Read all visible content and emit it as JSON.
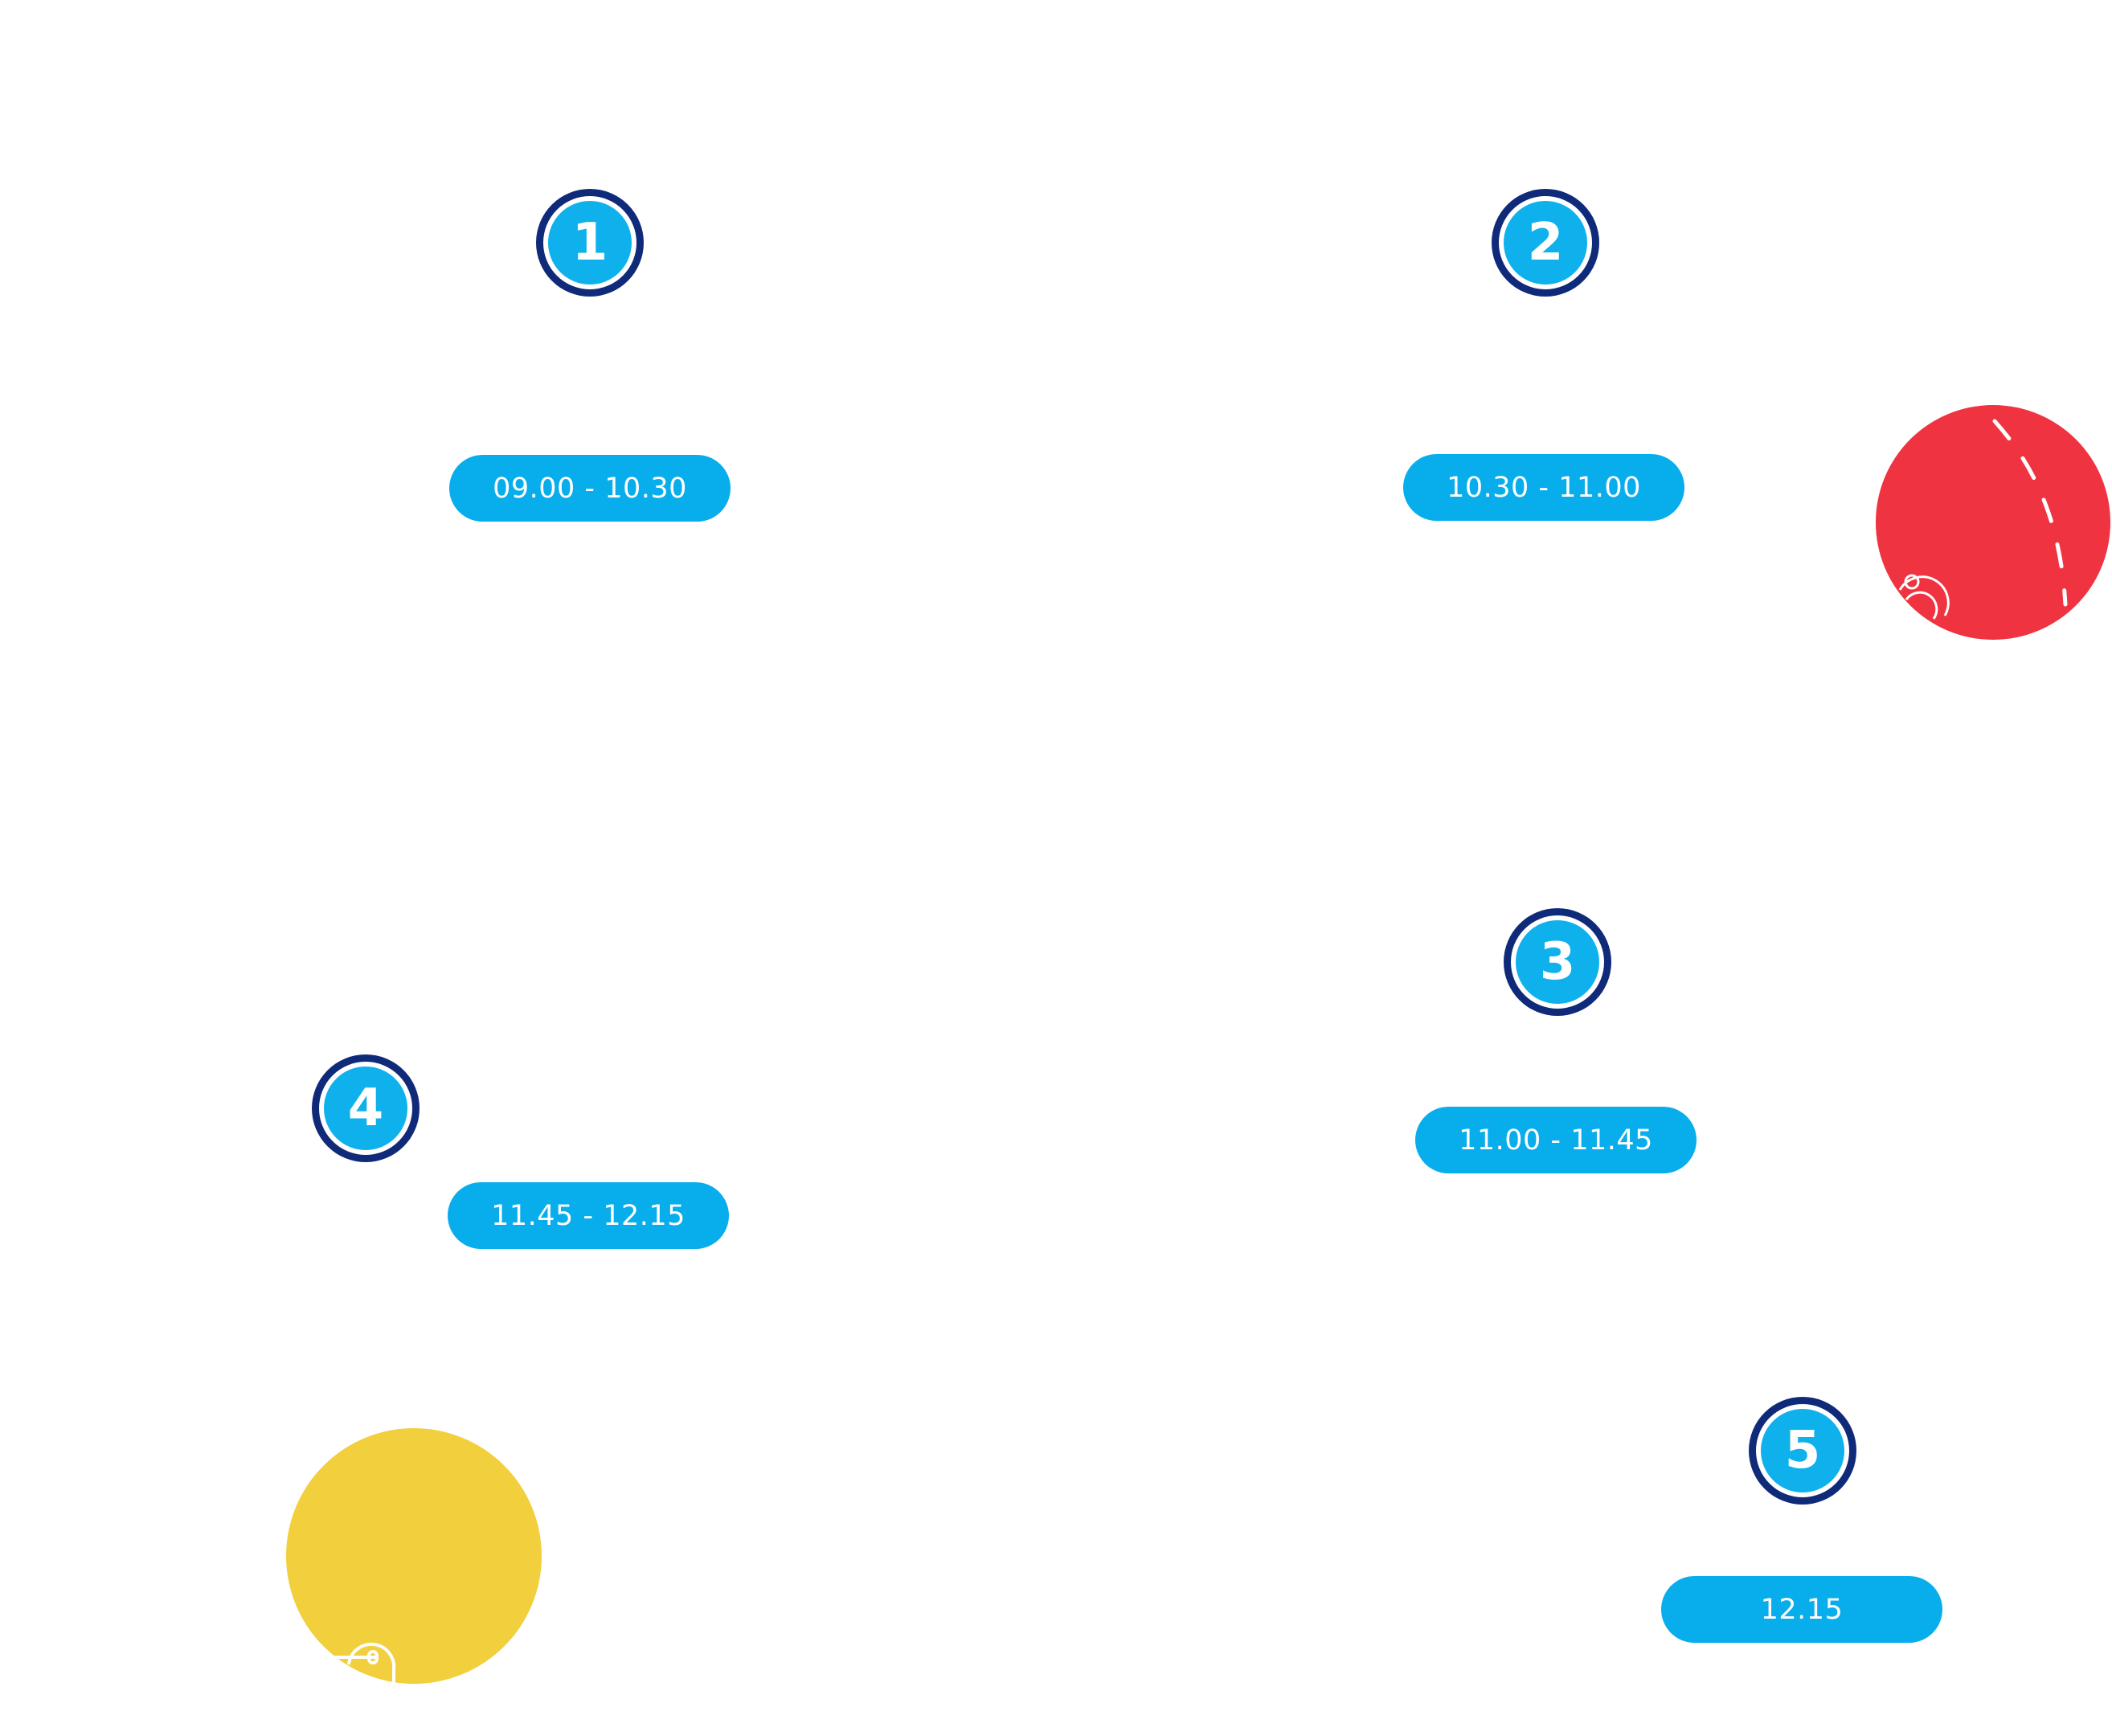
{
  "steps": [
    {
      "number": "1",
      "time": "09.00 - 10.30"
    },
    {
      "number": "2",
      "time": "10.30 - 11.00"
    },
    {
      "number": "3",
      "time": "11.00 - 11.45"
    },
    {
      "number": "4",
      "time": "11.45 - 12.15"
    },
    {
      "number": "5",
      "time": "12.15"
    }
  ],
  "colors": {
    "badge_fill": "#0fb1ec",
    "badge_ring": "#102a7a",
    "pill_fill": "#08adec",
    "red_blob": "#ef3340",
    "yellow_blob": "#f2cf3d"
  },
  "icons": {
    "red_blob": "route-marker-icon",
    "yellow_blob": "bicycle-icon"
  }
}
